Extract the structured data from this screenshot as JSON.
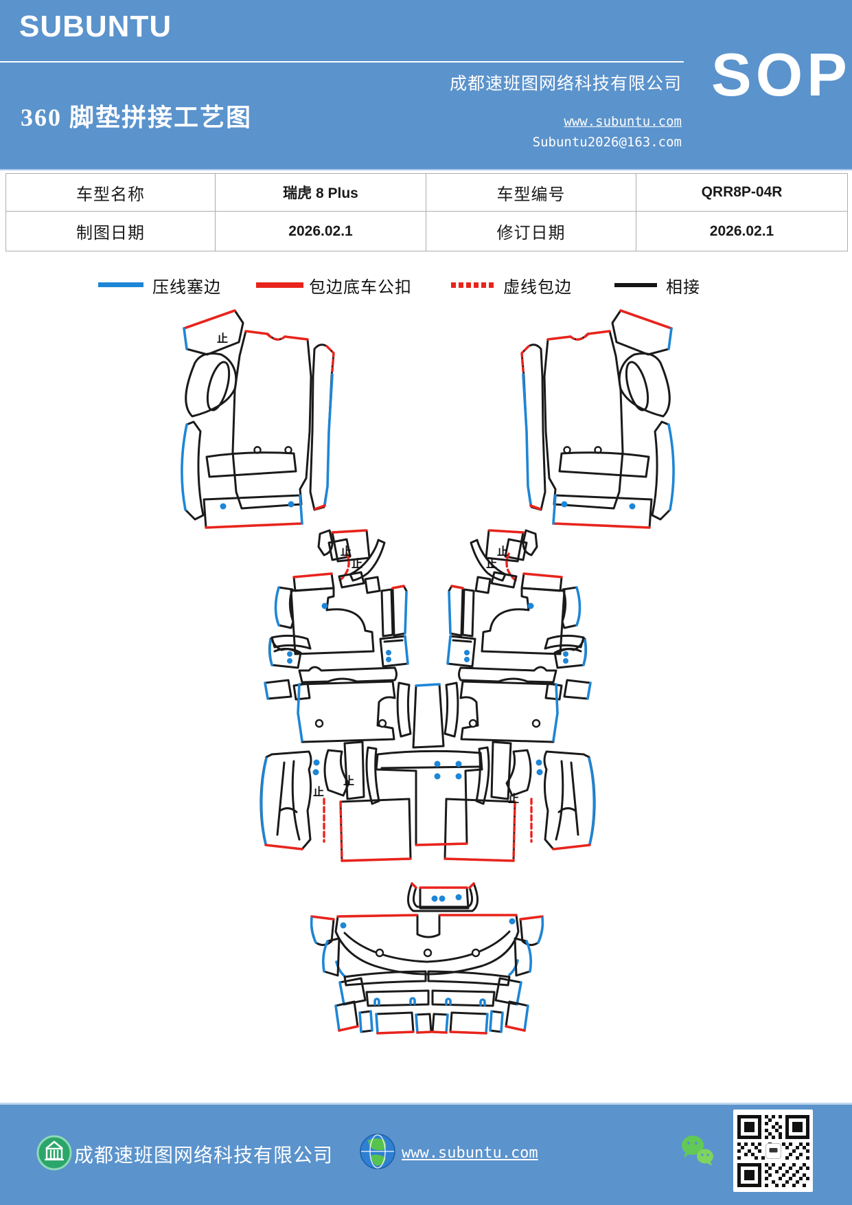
{
  "header": {
    "logo": "SUBUNTU",
    "title": "360 脚垫拼接工艺图",
    "company": "成都速班图网络科技有限公司",
    "website": "www.subuntu.com",
    "email": "Subuntu2026@163.com",
    "badge": "SOP"
  },
  "info_table": {
    "r1c1": "车型名称",
    "r1c2": "瑞虎 8 Plus",
    "r1c3": "车型编号",
    "r1c4": "QRR8P-04R",
    "r2c1": "制图日期",
    "r2c2": "2026.02.1",
    "r2c3": "修订日期",
    "r2c4": "2026.02.1"
  },
  "legend": {
    "items": [
      {
        "label": "压线塞边",
        "color": "#1e86d6",
        "style": "solid"
      },
      {
        "label": "包边底车公扣",
        "color": "#e8241c",
        "style": "solid"
      },
      {
        "label": "虚线包边",
        "color": "#e8241c",
        "style": "dotted"
      },
      {
        "label": "相接",
        "color": "#151515",
        "style": "solid"
      }
    ]
  },
  "diagram": {
    "stop_mark": "止",
    "line_colors": {
      "press_edge_blue": "#1e86d6",
      "binding_edge_red": "#e8241c",
      "dashed_binding_red": "#e8241c",
      "join_black": "#1a1a1a"
    }
  },
  "footer": {
    "company": "成都速班图网络科技有限公司",
    "website": "www.subuntu.com",
    "icons": [
      "building-icon",
      "globe-icon",
      "wechat-icon",
      "qr-code"
    ]
  },
  "theme": {
    "banner_blue": "#5b93cc",
    "divider_light": "#bdd7ee"
  }
}
